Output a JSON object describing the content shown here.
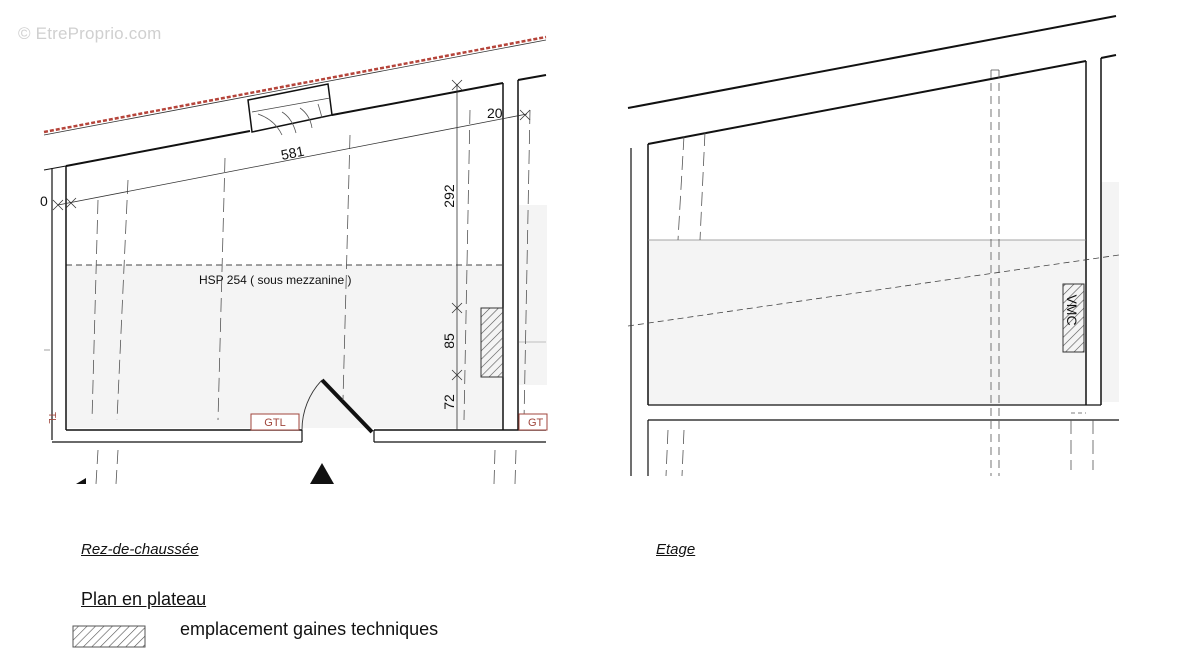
{
  "watermark": "© EtreProprio.com",
  "ground_floor": {
    "caption": "Rez-de-chaussée",
    "dim_top": "581",
    "dim_right_top": "20",
    "dim_left": "0",
    "dim_height": "292",
    "dim_mid": "85",
    "dim_low": "72",
    "hsp_label": "HSP  254 ( sous mezzanine )",
    "gtl_label": "GTL",
    "gtl_label_cut_left": "TL",
    "gtl_label_cut_right": "GT"
  },
  "upper_floor": {
    "caption": "Etage",
    "vmc_label": "VMC"
  },
  "legend": {
    "title": "Plan en plateau",
    "shaft_label": "emplacement gaines techniques"
  },
  "colors": {
    "line": "#111111",
    "roof_tiles": "#b5443a",
    "gtl_border": "#a0463c",
    "mezzanine_fill": "#f4f4f4",
    "hatch": "#555555"
  }
}
